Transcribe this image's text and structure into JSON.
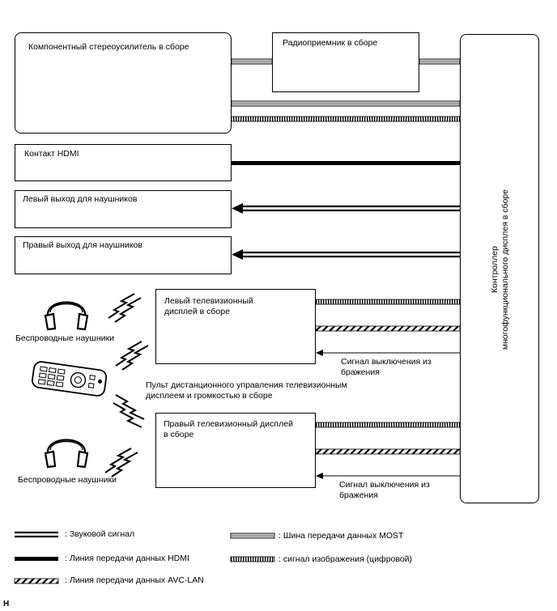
{
  "blocks": {
    "amplifier": "Компонентный стереоусилитель в сборе",
    "radio": "Радиоприемник в сборе",
    "hdmi": "Контакт HDMI",
    "left_phones_out": "Левый выход для наушников",
    "right_phones_out": "Правый выход для наушников",
    "left_tv_line1": "Левый телевизионный",
    "left_tv_line2": "дисплей в сборе",
    "right_tv_line1": "Правый телевизионный дисплей",
    "right_tv_line2": "в сборе",
    "controller_line1": "Контроллер",
    "controller_line2": "многофункционального дисплея в сборе"
  },
  "labels": {
    "wireless_headphones_1": "Беспроводные наушники",
    "wireless_headphones_2": "Беспроводные наушники",
    "remote_line1": "Пульт дистанционного управления телевизионным",
    "remote_line2": "дисплеем и громкостью в сборе",
    "signal_off_1_line1": "Сигнал выключения из",
    "signal_off_1_line2": "бражения",
    "signal_off_2_line1": "Сигнал выключения из",
    "signal_off_2_line2": "бражения",
    "figure_code": "H"
  },
  "legend": {
    "audio": ": Звуковой сигнал",
    "hdmi": ": Линия передачи данных HDMI",
    "avc_lan": ": Линия передачи данных AVC-LAN",
    "most": ": Шина передачи данных MOST",
    "video": ": сигнал изображения (цифровой)"
  }
}
